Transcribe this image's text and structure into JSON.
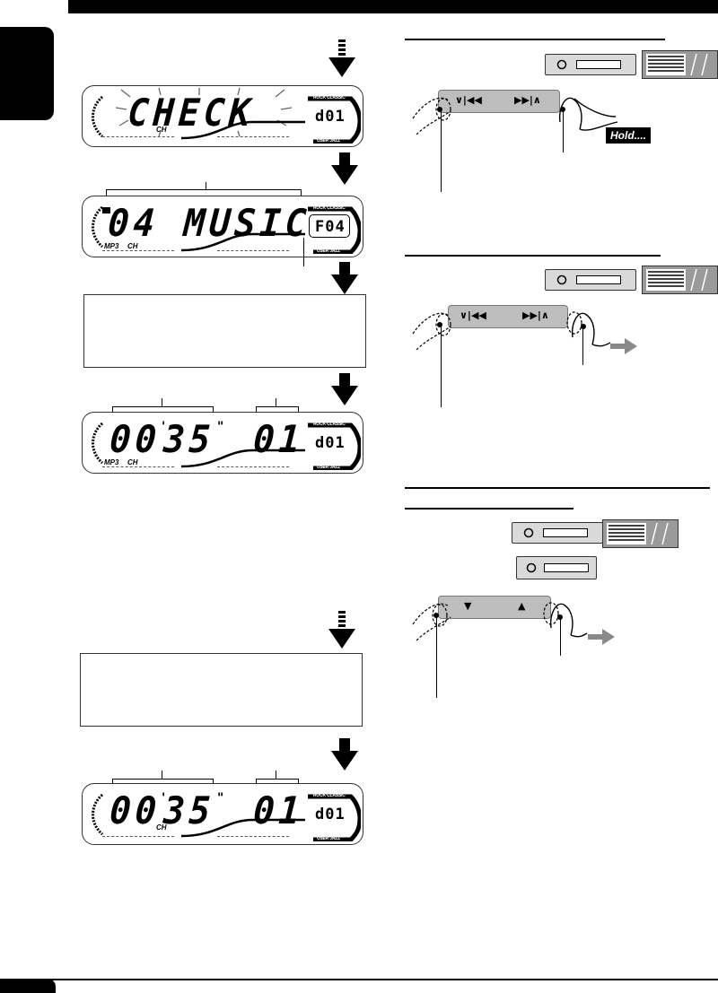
{
  "displays": {
    "check": {
      "main": "CHECK",
      "disc": "d01",
      "band": "CH"
    },
    "music": {
      "main": "04 MUSIC",
      "disc": "F04",
      "band1": "MP3",
      "band2": "CH"
    },
    "time_mp3": {
      "time": "00",
      "time2": "35",
      "track": "01",
      "disc": "d01",
      "band1": "MP3",
      "band2": "CH"
    },
    "time_cd": {
      "time": "00",
      "time2": "35",
      "track": "01",
      "disc": "d01",
      "band": "CH"
    }
  },
  "eq_panel": {
    "top": "ROCK CLASSIC",
    "bottom": "USER JAZZ"
  },
  "controls": {
    "rocker_a_left": "∨|◀◀",
    "rocker_a_right": "▶▶|∧",
    "rocker_b_left": "▼",
    "rocker_b_right": "▲",
    "hold_label": "Hold...."
  },
  "colors": {
    "black": "#000000",
    "rocker_gray": "#bdbdbd",
    "dark_gray": "#9a9a9a"
  }
}
